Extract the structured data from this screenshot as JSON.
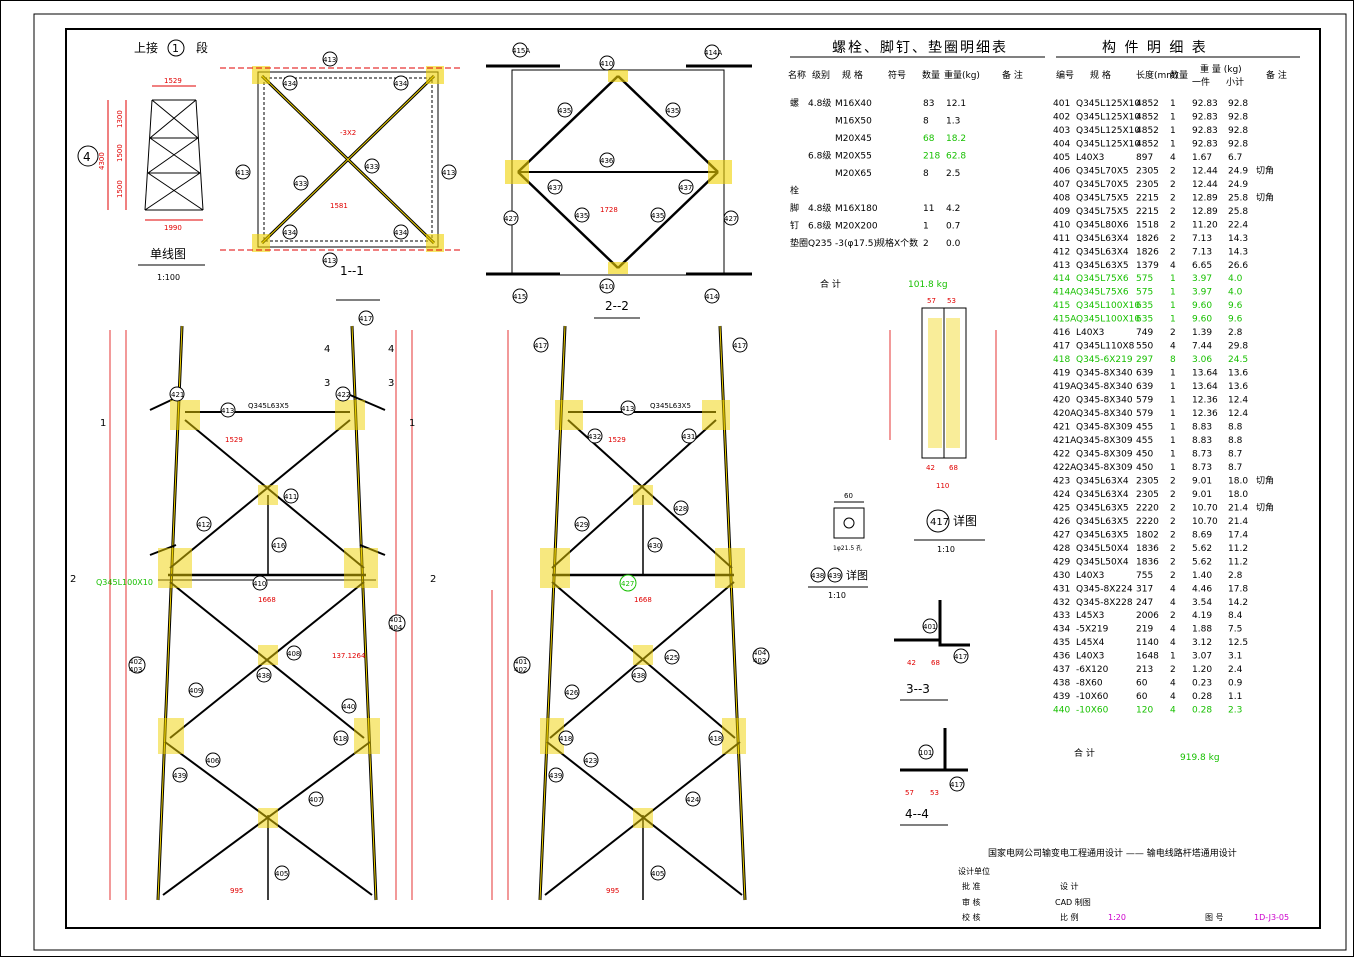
{
  "left_header": {
    "title_prefix": "上接",
    "section_num": "1",
    "title_suffix": "段",
    "leg_num": "4"
  },
  "single_line": {
    "title": "单线图",
    "scale": "1:100",
    "dim_top": "1529",
    "dim_bottom": "1990",
    "dim_total": "4300",
    "dims_side": [
      "1300",
      "1500",
      "1500"
    ]
  },
  "sections": {
    "s11": "1--1",
    "s22": "2--2",
    "s33": "3--3",
    "s44": "4--4"
  },
  "details": {
    "d417": "417",
    "d417_label": "详图",
    "d417_scale": "1:10",
    "d438_a": "438",
    "d438_b": "439",
    "d438_label": "详图",
    "d438_scale": "1:10",
    "hole": "1φ21.5 孔"
  },
  "bolt_table": {
    "title": "螺栓、脚钉、垫圈明细表",
    "headers": [
      "名称",
      "级别",
      "规  格",
      "符号",
      "数量",
      "重量(kg)",
      "备  注"
    ],
    "rows": [
      {
        "name": "螺",
        "grade": "4.8级",
        "spec": "M16X40",
        "sym": "",
        "qty": "83",
        "wt": "12.1",
        "green": false
      },
      {
        "name": "",
        "grade": "",
        "spec": "M16X50",
        "sym": "",
        "qty": "8",
        "wt": "1.3",
        "green": false
      },
      {
        "name": "",
        "grade": "",
        "spec": "M20X45",
        "sym": "",
        "qty": "68",
        "wt": "18.2",
        "green": true
      },
      {
        "name": "",
        "grade": "6.8级",
        "spec": "M20X55",
        "sym": "",
        "qty": "218",
        "wt": "62.8",
        "green": true
      },
      {
        "name": "",
        "grade": "",
        "spec": "M20X65",
        "sym": "",
        "qty": "8",
        "wt": "2.5",
        "green": false
      },
      {
        "name": "栓",
        "grade": "",
        "spec": "",
        "sym": "",
        "qty": "",
        "wt": "",
        "green": false
      },
      {
        "name": "脚",
        "grade": "4.8级",
        "spec": "M16X180",
        "sym": "",
        "qty": "11",
        "wt": "4.2",
        "green": false
      },
      {
        "name": "钉",
        "grade": "6.8级",
        "spec": "M20X200",
        "sym": "",
        "qty": "1",
        "wt": "0.7",
        "green": false
      },
      {
        "name": "垫圈",
        "grade": "Q235",
        "spec": "-3(φ17.5)",
        "sym": "规格X个数",
        "qty": "2",
        "wt": "0.0",
        "green": false
      }
    ],
    "total_label": "合    计",
    "total": "101.8 kg"
  },
  "part_table": {
    "title": "构  件  明  细  表",
    "headers": [
      "编号",
      "规  格",
      "长度(mm)",
      "数量",
      "一件",
      "小计",
      "备  注"
    ],
    "weight_header": "重 量 (kg)",
    "rows": [
      [
        "401",
        "Q345L125X10",
        "4852",
        "1",
        "92.83",
        "92.8",
        "",
        false
      ],
      [
        "402",
        "Q345L125X10",
        "4852",
        "1",
        "92.83",
        "92.8",
        "",
        false
      ],
      [
        "403",
        "Q345L125X10",
        "4852",
        "1",
        "92.83",
        "92.8",
        "",
        false
      ],
      [
        "404",
        "Q345L125X10",
        "4852",
        "1",
        "92.83",
        "92.8",
        "",
        false
      ],
      [
        "405",
        "L40X3",
        "897",
        "4",
        "1.67",
        "6.7",
        "",
        false
      ],
      [
        "406",
        "Q345L70X5",
        "2305",
        "2",
        "12.44",
        "24.9",
        "切角",
        false
      ],
      [
        "407",
        "Q345L70X5",
        "2305",
        "2",
        "12.44",
        "24.9",
        "",
        false
      ],
      [
        "408",
        "Q345L75X5",
        "2215",
        "2",
        "12.89",
        "25.8",
        "切角",
        false
      ],
      [
        "409",
        "Q345L75X5",
        "2215",
        "2",
        "12.89",
        "25.8",
        "",
        false
      ],
      [
        "410",
        "Q345L80X6",
        "1518",
        "2",
        "11.20",
        "22.4",
        "",
        false
      ],
      [
        "411",
        "Q345L63X4",
        "1826",
        "2",
        "7.13",
        "14.3",
        "",
        false
      ],
      [
        "412",
        "Q345L63X4",
        "1826",
        "2",
        "7.13",
        "14.3",
        "",
        false
      ],
      [
        "413",
        "Q345L63X5",
        "1379",
        "4",
        "6.65",
        "26.6",
        "",
        false
      ],
      [
        "414",
        "Q345L75X6",
        "575",
        "1",
        "3.97",
        "4.0",
        "",
        true
      ],
      [
        "414A",
        "Q345L75X6",
        "575",
        "1",
        "3.97",
        "4.0",
        "",
        true
      ],
      [
        "415",
        "Q345L100X10",
        "635",
        "1",
        "9.60",
        "9.6",
        "",
        true
      ],
      [
        "415A",
        "Q345L100X10",
        "635",
        "1",
        "9.60",
        "9.6",
        "",
        true
      ],
      [
        "416",
        "L40X3",
        "749",
        "2",
        "1.39",
        "2.8",
        "",
        false
      ],
      [
        "417",
        "Q345L110X8",
        "550",
        "4",
        "7.44",
        "29.8",
        "",
        false
      ],
      [
        "418",
        "Q345-6X219",
        "297",
        "8",
        "3.06",
        "24.5",
        "",
        true
      ],
      [
        "419",
        "Q345-8X340",
        "639",
        "1",
        "13.64",
        "13.6",
        "",
        false
      ],
      [
        "419A",
        "Q345-8X340",
        "639",
        "1",
        "13.64",
        "13.6",
        "",
        false
      ],
      [
        "420",
        "Q345-8X340",
        "579",
        "1",
        "12.36",
        "12.4",
        "",
        false
      ],
      [
        "420A",
        "Q345-8X340",
        "579",
        "1",
        "12.36",
        "12.4",
        "",
        false
      ],
      [
        "421",
        "Q345-8X309",
        "455",
        "1",
        "8.83",
        "8.8",
        "",
        false
      ],
      [
        "421A",
        "Q345-8X309",
        "455",
        "1",
        "8.83",
        "8.8",
        "",
        false
      ],
      [
        "422",
        "Q345-8X309",
        "450",
        "1",
        "8.73",
        "8.7",
        "",
        false
      ],
      [
        "422A",
        "Q345-8X309",
        "450",
        "1",
        "8.73",
        "8.7",
        "",
        false
      ],
      [
        "423",
        "Q345L63X4",
        "2305",
        "2",
        "9.01",
        "18.0",
        "切角",
        false
      ],
      [
        "424",
        "Q345L63X4",
        "2305",
        "2",
        "9.01",
        "18.0",
        "",
        false
      ],
      [
        "425",
        "Q345L63X5",
        "2220",
        "2",
        "10.70",
        "21.4",
        "切角",
        false
      ],
      [
        "426",
        "Q345L63X5",
        "2220",
        "2",
        "10.70",
        "21.4",
        "",
        false
      ],
      [
        "427",
        "Q345L63X5",
        "1802",
        "2",
        "8.69",
        "17.4",
        "",
        false
      ],
      [
        "428",
        "Q345L50X4",
        "1836",
        "2",
        "5.62",
        "11.2",
        "",
        false
      ],
      [
        "429",
        "Q345L50X4",
        "1836",
        "2",
        "5.62",
        "11.2",
        "",
        false
      ],
      [
        "430",
        "L40X3",
        "755",
        "2",
        "1.40",
        "2.8",
        "",
        false
      ],
      [
        "431",
        "Q345-8X224",
        "317",
        "4",
        "4.46",
        "17.8",
        "",
        false
      ],
      [
        "432",
        "Q345-8X228",
        "247",
        "4",
        "3.54",
        "14.2",
        "",
        false
      ],
      [
        "433",
        "L45X3",
        "2006",
        "2",
        "4.19",
        "8.4",
        "",
        false
      ],
      [
        "434",
        "-5X219",
        "219",
        "4",
        "1.88",
        "7.5",
        "",
        false
      ],
      [
        "435",
        "L45X4",
        "1140",
        "4",
        "3.12",
        "12.5",
        "",
        false
      ],
      [
        "436",
        "L40X3",
        "1648",
        "1",
        "3.07",
        "3.1",
        "",
        false
      ],
      [
        "437",
        "-6X120",
        "213",
        "2",
        "1.20",
        "2.4",
        "",
        false
      ],
      [
        "438",
        "-8X60",
        "60",
        "4",
        "0.23",
        "0.9",
        "",
        false
      ],
      [
        "439",
        "-10X60",
        "60",
        "4",
        "0.28",
        "1.1",
        "",
        false
      ],
      [
        "440",
        "-10X60",
        "120",
        "4",
        "0.28",
        "2.3",
        "",
        true
      ]
    ],
    "total_label": "合    计",
    "total": "919.8 kg"
  },
  "title_block": {
    "org": "国家电网公司输变电工程通用设计 —— 输电线路杆塔通用设计",
    "design_unit": "设计单位",
    "approve": "批  准",
    "design": "设  计",
    "review": "审  核",
    "draw": "CAD 制图",
    "check": "校  核",
    "scale_label": "比  例",
    "scale": "1:20",
    "drawing_no_label": "图  号",
    "drawing_no": "1D-J3-05"
  },
  "colors": {
    "line": "#000000",
    "red": "#e00000",
    "yellow": "#f0d200",
    "green": "#17c000",
    "magenta": "#cc00cc"
  }
}
